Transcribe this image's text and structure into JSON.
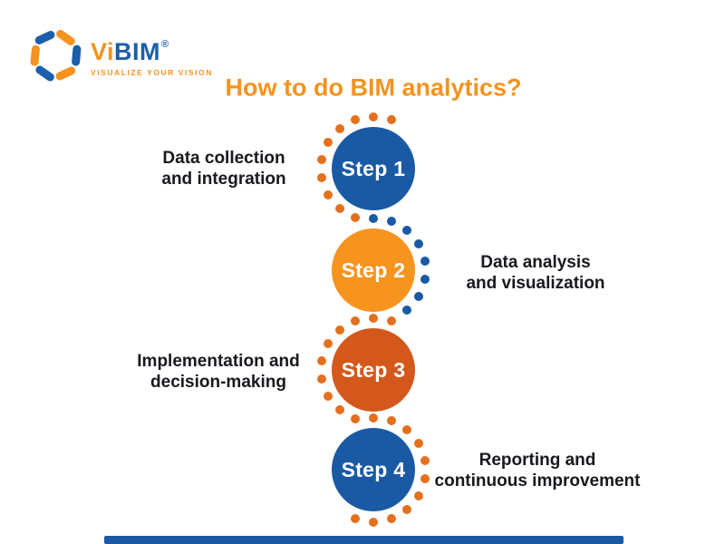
{
  "title": "How to do BIM analytics?",
  "logo": {
    "brand_vi": "Vi",
    "brand_bim": "BIM",
    "registered_mark": "®",
    "tagline": "VISUALIZE YOUR VISION"
  },
  "steps": [
    {
      "label": "Step 1",
      "desc_line1": "Data collection",
      "desc_line2": "and integration",
      "label_side": "left",
      "circle_color": "#1A5AA4",
      "dots_color": "#E4701E"
    },
    {
      "label": "Step 2",
      "desc_line1": "Data analysis",
      "desc_line2": "and visualization",
      "label_side": "right",
      "circle_color": "#F7941E",
      "dots_color": "#1A5AA4"
    },
    {
      "label": "Step 3",
      "desc_line1": "Implementation and",
      "desc_line2": "decision-making",
      "label_side": "left",
      "circle_color": "#D4581C",
      "dots_color": "#E4701E"
    },
    {
      "label": "Step 4",
      "desc_line1": "Reporting and",
      "desc_line2": "continuous improvement",
      "label_side": "right",
      "circle_color": "#1A5AA4",
      "dots_color": "#E4701E"
    }
  ],
  "colors": {
    "title_text": "#F6921E",
    "brand_orange": "#F6921E",
    "brand_blue": "#1B5FAA",
    "body_text": "#18181F",
    "footer_bar": "#1A5AA4"
  }
}
